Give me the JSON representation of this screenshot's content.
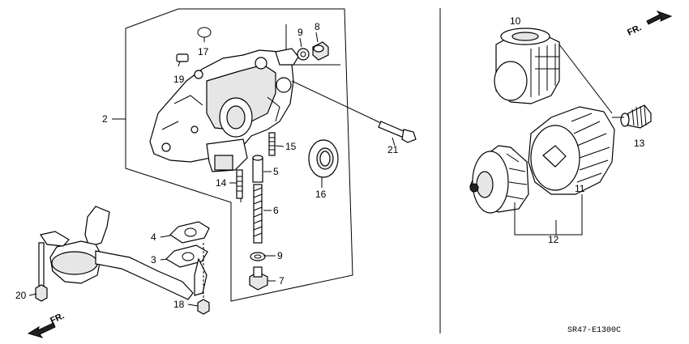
{
  "callouts": {
    "p2": "2",
    "p3": "3",
    "p4": "4",
    "p5": "5",
    "p6": "6",
    "p7": "7",
    "p8": "8",
    "p9a": "9",
    "p9b": "9",
    "p10": "10",
    "p11": "11",
    "p12": "12",
    "p13": "13",
    "p14": "14",
    "p15": "15",
    "p16": "16",
    "p17": "17",
    "p18": "18",
    "p19": "19",
    "p20": "20",
    "p21": "21"
  },
  "direction": {
    "left": "FR.",
    "right": "FR."
  },
  "diagram_code": "SR47-E1300C"
}
